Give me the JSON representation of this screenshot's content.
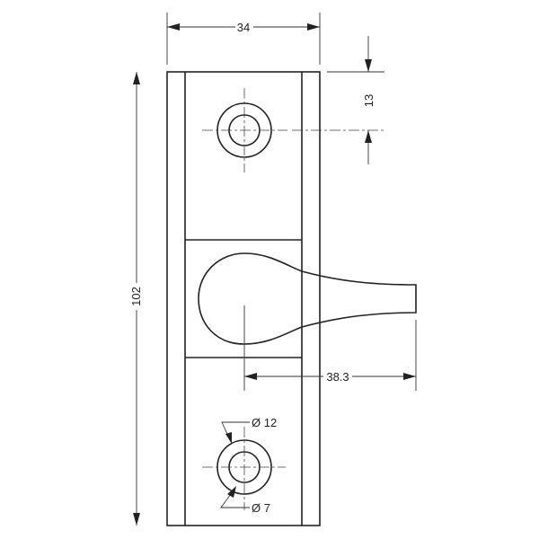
{
  "dimensions": {
    "width": "34",
    "top_offset": "13",
    "height": "102",
    "handle_reach": "38.3",
    "outer_diameter": "Ø 12",
    "inner_diameter": "Ø 7"
  },
  "colors": {
    "line": "#222222",
    "background": "#ffffff"
  }
}
